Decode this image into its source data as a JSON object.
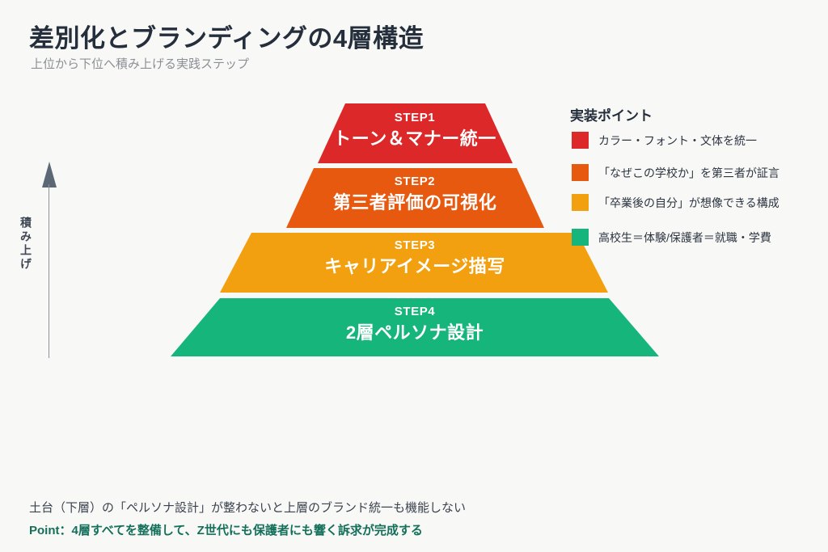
{
  "header": {
    "title": "差別化とブランディングの4層構造",
    "subtitle": "上位から下位へ積み上げる実践ステップ"
  },
  "axis": {
    "label": "積み上げ",
    "arrow_icon": "up-arrow-icon",
    "direction": "up"
  },
  "chart_data": {
    "type": "pyramid",
    "title": "差別化とブランディングの4層構造",
    "subtitle": "上位から下位へ積み上げる実践ステップ",
    "orientation": "top-narrow",
    "axis_label": "積み上げ",
    "layers": [
      {
        "step": "STEP1",
        "name": "トーン＆マナー統一",
        "color": "#dc2828",
        "level": 1,
        "width_ratio": 0.36,
        "point": "カラー・フォント・文体を統一"
      },
      {
        "step": "STEP2",
        "name": "第三者評価の可視化",
        "color": "#e85910",
        "level": 2,
        "width_ratio": 0.57,
        "point": "「なぜこの学校か」を第三者が証言"
      },
      {
        "step": "STEP3",
        "name": "キャリアイメージ描写",
        "color": "#f3a010",
        "level": 3,
        "width_ratio": 0.79,
        "point": "「卒業後の自分」が想像できる構成"
      },
      {
        "step": "STEP4",
        "name": "2層ペルソナ設計",
        "color": "#16b57c",
        "level": 4,
        "width_ratio": 1.0,
        "point": "高校生＝体験/保護者＝就職・学費"
      }
    ]
  },
  "legend": {
    "title": "実装ポイント",
    "items": [
      {
        "color": "#dc2828",
        "label": "カラー・フォント・文体を統一"
      },
      {
        "color": "#e85910",
        "label": "「なぜこの学校か」を第三者が証言"
      },
      {
        "color": "#f3a010",
        "label": "「卒業後の自分」が想像できる構成"
      },
      {
        "color": "#16b57c",
        "label": "高校生＝体験/保護者＝就職・学費"
      }
    ]
  },
  "footer": {
    "note": "土台（下層）の「ペルソナ設計」が整わないと上層のブランド統一も機能しない",
    "point": "Point：4層すべてを整備して、Z世代にも保護者にも響く訴求が完成する"
  },
  "colors": {
    "background": "#f8f8f7",
    "title": "#252f3c",
    "subtitle": "#8b8f96",
    "accent_green": "#14705a",
    "axis": "#5d6876"
  }
}
